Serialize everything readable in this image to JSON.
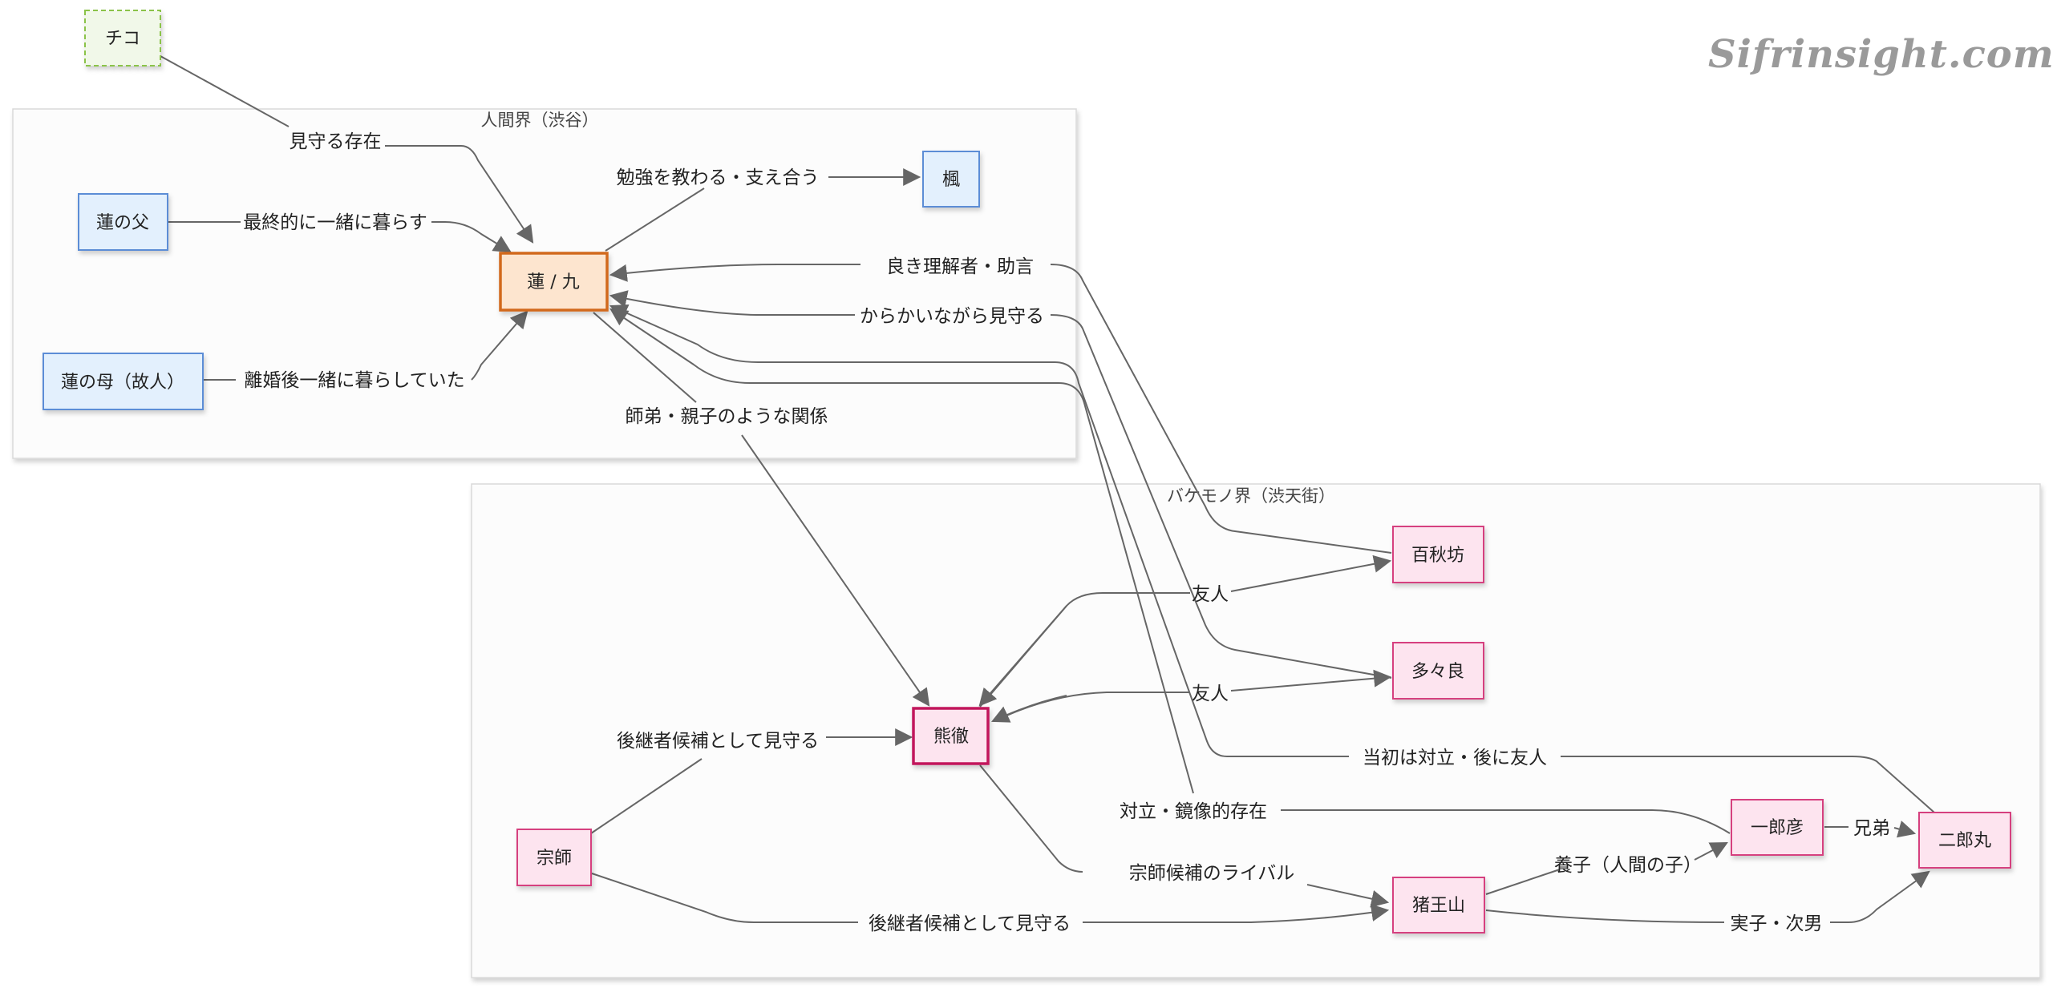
{
  "watermark": "Sifrinsight.com",
  "colors": {
    "human_fill": "#E3F0FD",
    "human_stroke": "#5B8DD6",
    "protagonist_fill": "#FDE5CF",
    "protagonist_stroke": "#D2691E",
    "monster_fill": "#FDE4EF",
    "monster_stroke": "#D6407F",
    "kumatetsu_stroke": "#C2185B",
    "chiko_fill": "#F1F8E9",
    "chiko_stroke": "#8BC34A",
    "edge": "#666666"
  },
  "groups": {
    "human": {
      "label": "人間界（渋谷）"
    },
    "monster": {
      "label": "バケモノ界（渋天街）"
    }
  },
  "nodes": {
    "chiko": "チコ",
    "ren_father": "蓮の父",
    "ren_kyuta": "蓮 / 九",
    "kaede": "楓",
    "ren_mother": "蓮の母（故人）",
    "hyakushubo": "百秋坊",
    "tatara": "多々良",
    "kumatetsu": "熊徹",
    "soushi": "宗師",
    "iozen": "猪王山",
    "ichirohiko": "一郎彦",
    "jiromaru": "二郎丸"
  },
  "edges": [
    {
      "from": "チコ",
      "to": "蓮 / 九",
      "label": "見守る存在"
    },
    {
      "from": "蓮の父",
      "to": "蓮 / 九",
      "label": "最終的に一緒に暮らす"
    },
    {
      "from": "蓮の母（故人）",
      "to": "蓮 / 九",
      "label": "離婚後一緒に暮らしていた"
    },
    {
      "from": "蓮 / 九",
      "to": "楓",
      "label": "勉強を教わる・支え合う"
    },
    {
      "from": "百秋坊",
      "to": "蓮 / 九",
      "label": "良き理解者・助言"
    },
    {
      "from": "多々良",
      "to": "蓮 / 九",
      "label": "からかいながら見守る"
    },
    {
      "from": "蓮 / 九",
      "to": "熊徹",
      "label": "師弟・親子のような関係"
    },
    {
      "from": "熊徹",
      "to": "百秋坊",
      "label": "友人"
    },
    {
      "from": "熊徹",
      "to": "多々良",
      "label": "友人"
    },
    {
      "from": "宗師",
      "to": "熊徹",
      "label": "後継者候補として見守る"
    },
    {
      "from": "二郎丸",
      "to": "蓮 / 九",
      "label": "当初は対立・後に友人"
    },
    {
      "from": "一郎彦",
      "to": "蓮 / 九",
      "label": "対立・鏡像的存在"
    },
    {
      "from": "熊徹",
      "to": "猪王山",
      "label": "宗師候補のライバル"
    },
    {
      "from": "猪王山",
      "to": "一郎彦",
      "label": "養子（人間の子）"
    },
    {
      "from": "一郎彦",
      "to": "二郎丸",
      "label": "兄弟"
    },
    {
      "from": "宗師",
      "to": "猪王山",
      "label": "後継者候補として見守る"
    },
    {
      "from": "猪王山",
      "to": "二郎丸",
      "label": "実子・次男"
    }
  ]
}
